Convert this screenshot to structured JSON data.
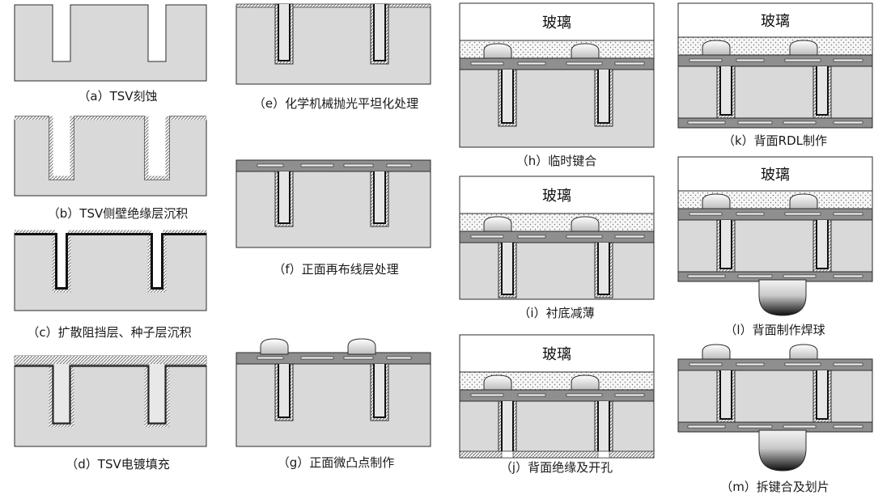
{
  "glass_label": "玻璃",
  "steps": [
    {
      "id": "a",
      "caption": "（a）TSV刻蚀"
    },
    {
      "id": "b",
      "caption": "（b）TSV侧壁绝缘层沉积"
    },
    {
      "id": "c",
      "caption": "（c）扩散阻挡层、种子层沉积"
    },
    {
      "id": "d",
      "caption": "（d）TSV电镀填充"
    },
    {
      "id": "e",
      "caption": "（e）化学机械抛光平坦化处理"
    },
    {
      "id": "f",
      "caption": "（f）正面再布线层处理"
    },
    {
      "id": "g",
      "caption": "（g）正面微凸点制作"
    },
    {
      "id": "h",
      "caption": "（h）临时键合"
    },
    {
      "id": "i",
      "caption": "（i）衬底减薄"
    },
    {
      "id": "j",
      "caption": "（j）背面绝缘及开孔"
    },
    {
      "id": "k",
      "caption": "（k）背面RDL制作"
    },
    {
      "id": "l",
      "caption": "（l）背面制作焊球"
    },
    {
      "id": "m",
      "caption": "（m）拆键合及划片"
    }
  ]
}
